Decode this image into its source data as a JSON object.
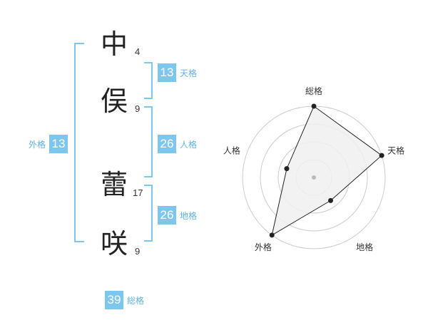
{
  "characters": [
    {
      "char": "中",
      "strokes": "4"
    },
    {
      "char": "俣",
      "strokes": "9"
    },
    {
      "char": "蕾",
      "strokes": "17"
    },
    {
      "char": "咲",
      "strokes": "9"
    }
  ],
  "fortunes": {
    "tenkaku": {
      "value": "13",
      "label": "天格"
    },
    "jinkaku": {
      "value": "26",
      "label": "人格"
    },
    "chikaku": {
      "value": "26",
      "label": "地格"
    },
    "gaikaku": {
      "value": "13",
      "label": "外格"
    },
    "soukaku": {
      "value": "39",
      "label": "総格"
    }
  },
  "chart_data": {
    "type": "radar",
    "axes": [
      "総格",
      "天格",
      "地格",
      "外格",
      "人格"
    ],
    "values": [
      5,
      5,
      2,
      5,
      2
    ],
    "range": [
      0,
      5
    ],
    "rings": 4,
    "colors": {
      "fill": "#f0f0f0",
      "line": "#222222",
      "grid": "#cccccc",
      "center": "#bbbbbb"
    }
  },
  "colors": {
    "accent": "#7dc6ee",
    "accent_text": "#5fb2e0"
  }
}
